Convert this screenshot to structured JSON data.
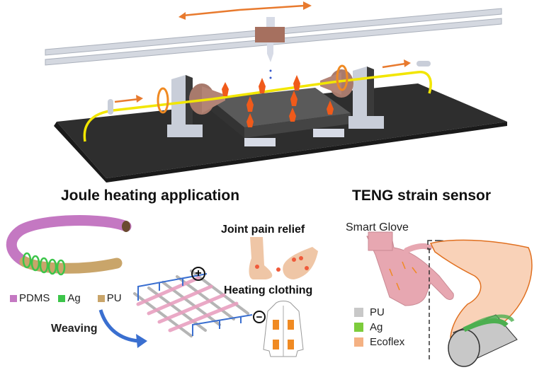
{
  "top_panel": {
    "description": "Coating/printing apparatus with heated plate and rotating fiber",
    "colors": {
      "base": "#2b2b2b",
      "rail": "#cfd3db",
      "fiber": "#f2e600",
      "arrow": "#e87a2e",
      "flame": "#f05a1a",
      "carriage": "#a6705f"
    }
  },
  "sections": {
    "joule": {
      "title": "Joule heating application"
    },
    "teng": {
      "title": "TENG strain sensor"
    }
  },
  "joule": {
    "legend": [
      {
        "label": "PDMS",
        "color": "#c478c2"
      },
      {
        "label": "Ag",
        "color": "#3cc54a"
      },
      {
        "label": "PU",
        "color": "#c9a56a"
      }
    ],
    "weaving_label": "Weaving",
    "plus_symbol": "+",
    "minus_symbol": "−",
    "joint_label": "Joint pain relief",
    "clothing_label": "Heating clothing"
  },
  "teng": {
    "glove_label": "Smart Glove",
    "legend": [
      {
        "label": "PU",
        "color": "#c8c8c8"
      },
      {
        "label": "Ag",
        "color": "#7dcc3c"
      },
      {
        "label": "Ecoflex",
        "color": "#f4b183"
      }
    ]
  }
}
